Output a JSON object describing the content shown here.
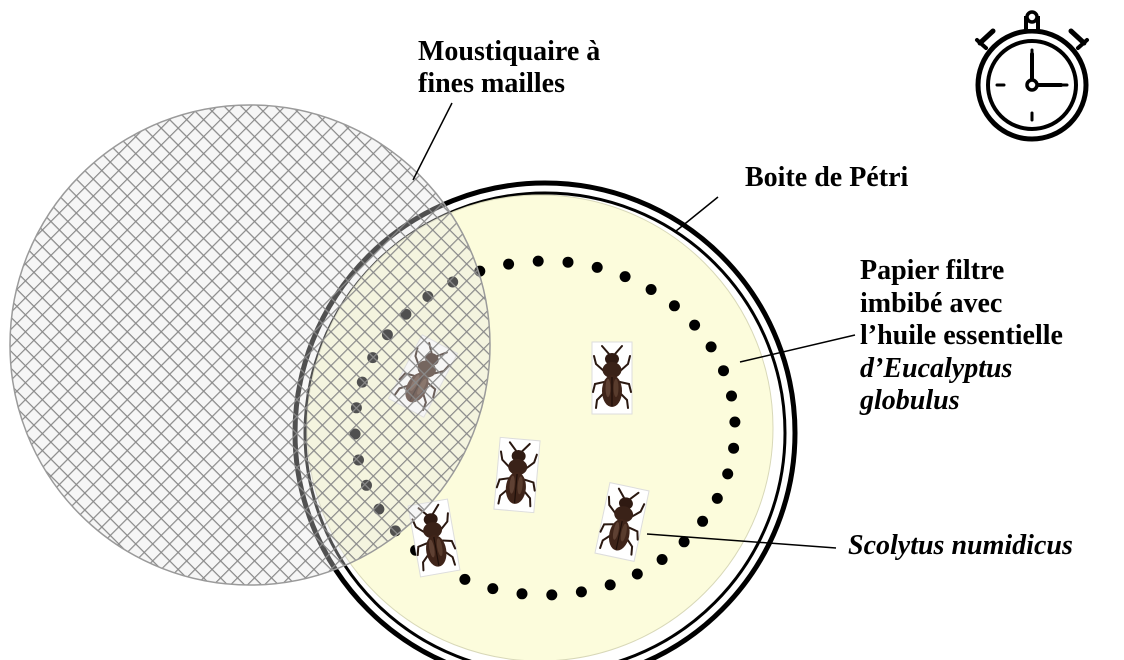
{
  "labels": {
    "mosquito_net": [
      "Moustiquaire à",
      "fines mailles"
    ],
    "petri_dish": "Boite de Pétri",
    "filter_paper": {
      "lines": [
        "Papier filtre",
        "imbibé avec",
        "l’huile essentielle"
      ],
      "species_lines": [
        "d’Eucalyptus",
        "globulus"
      ]
    },
    "insect": "Scolytus numidicus"
  },
  "icons": {
    "timer": "stopwatch-icon",
    "insect": "bark-beetle-icon"
  },
  "colors": {
    "filter_paper_fill": "#fcfcdc",
    "mesh_fill": "#e6e6e6",
    "mesh_line": "#8a8a8a",
    "dish_outline": "#000000",
    "beetle_body": "#3a2218",
    "beetle_highlight": "#7a5a48"
  },
  "counts": {
    "beetles": 5
  }
}
